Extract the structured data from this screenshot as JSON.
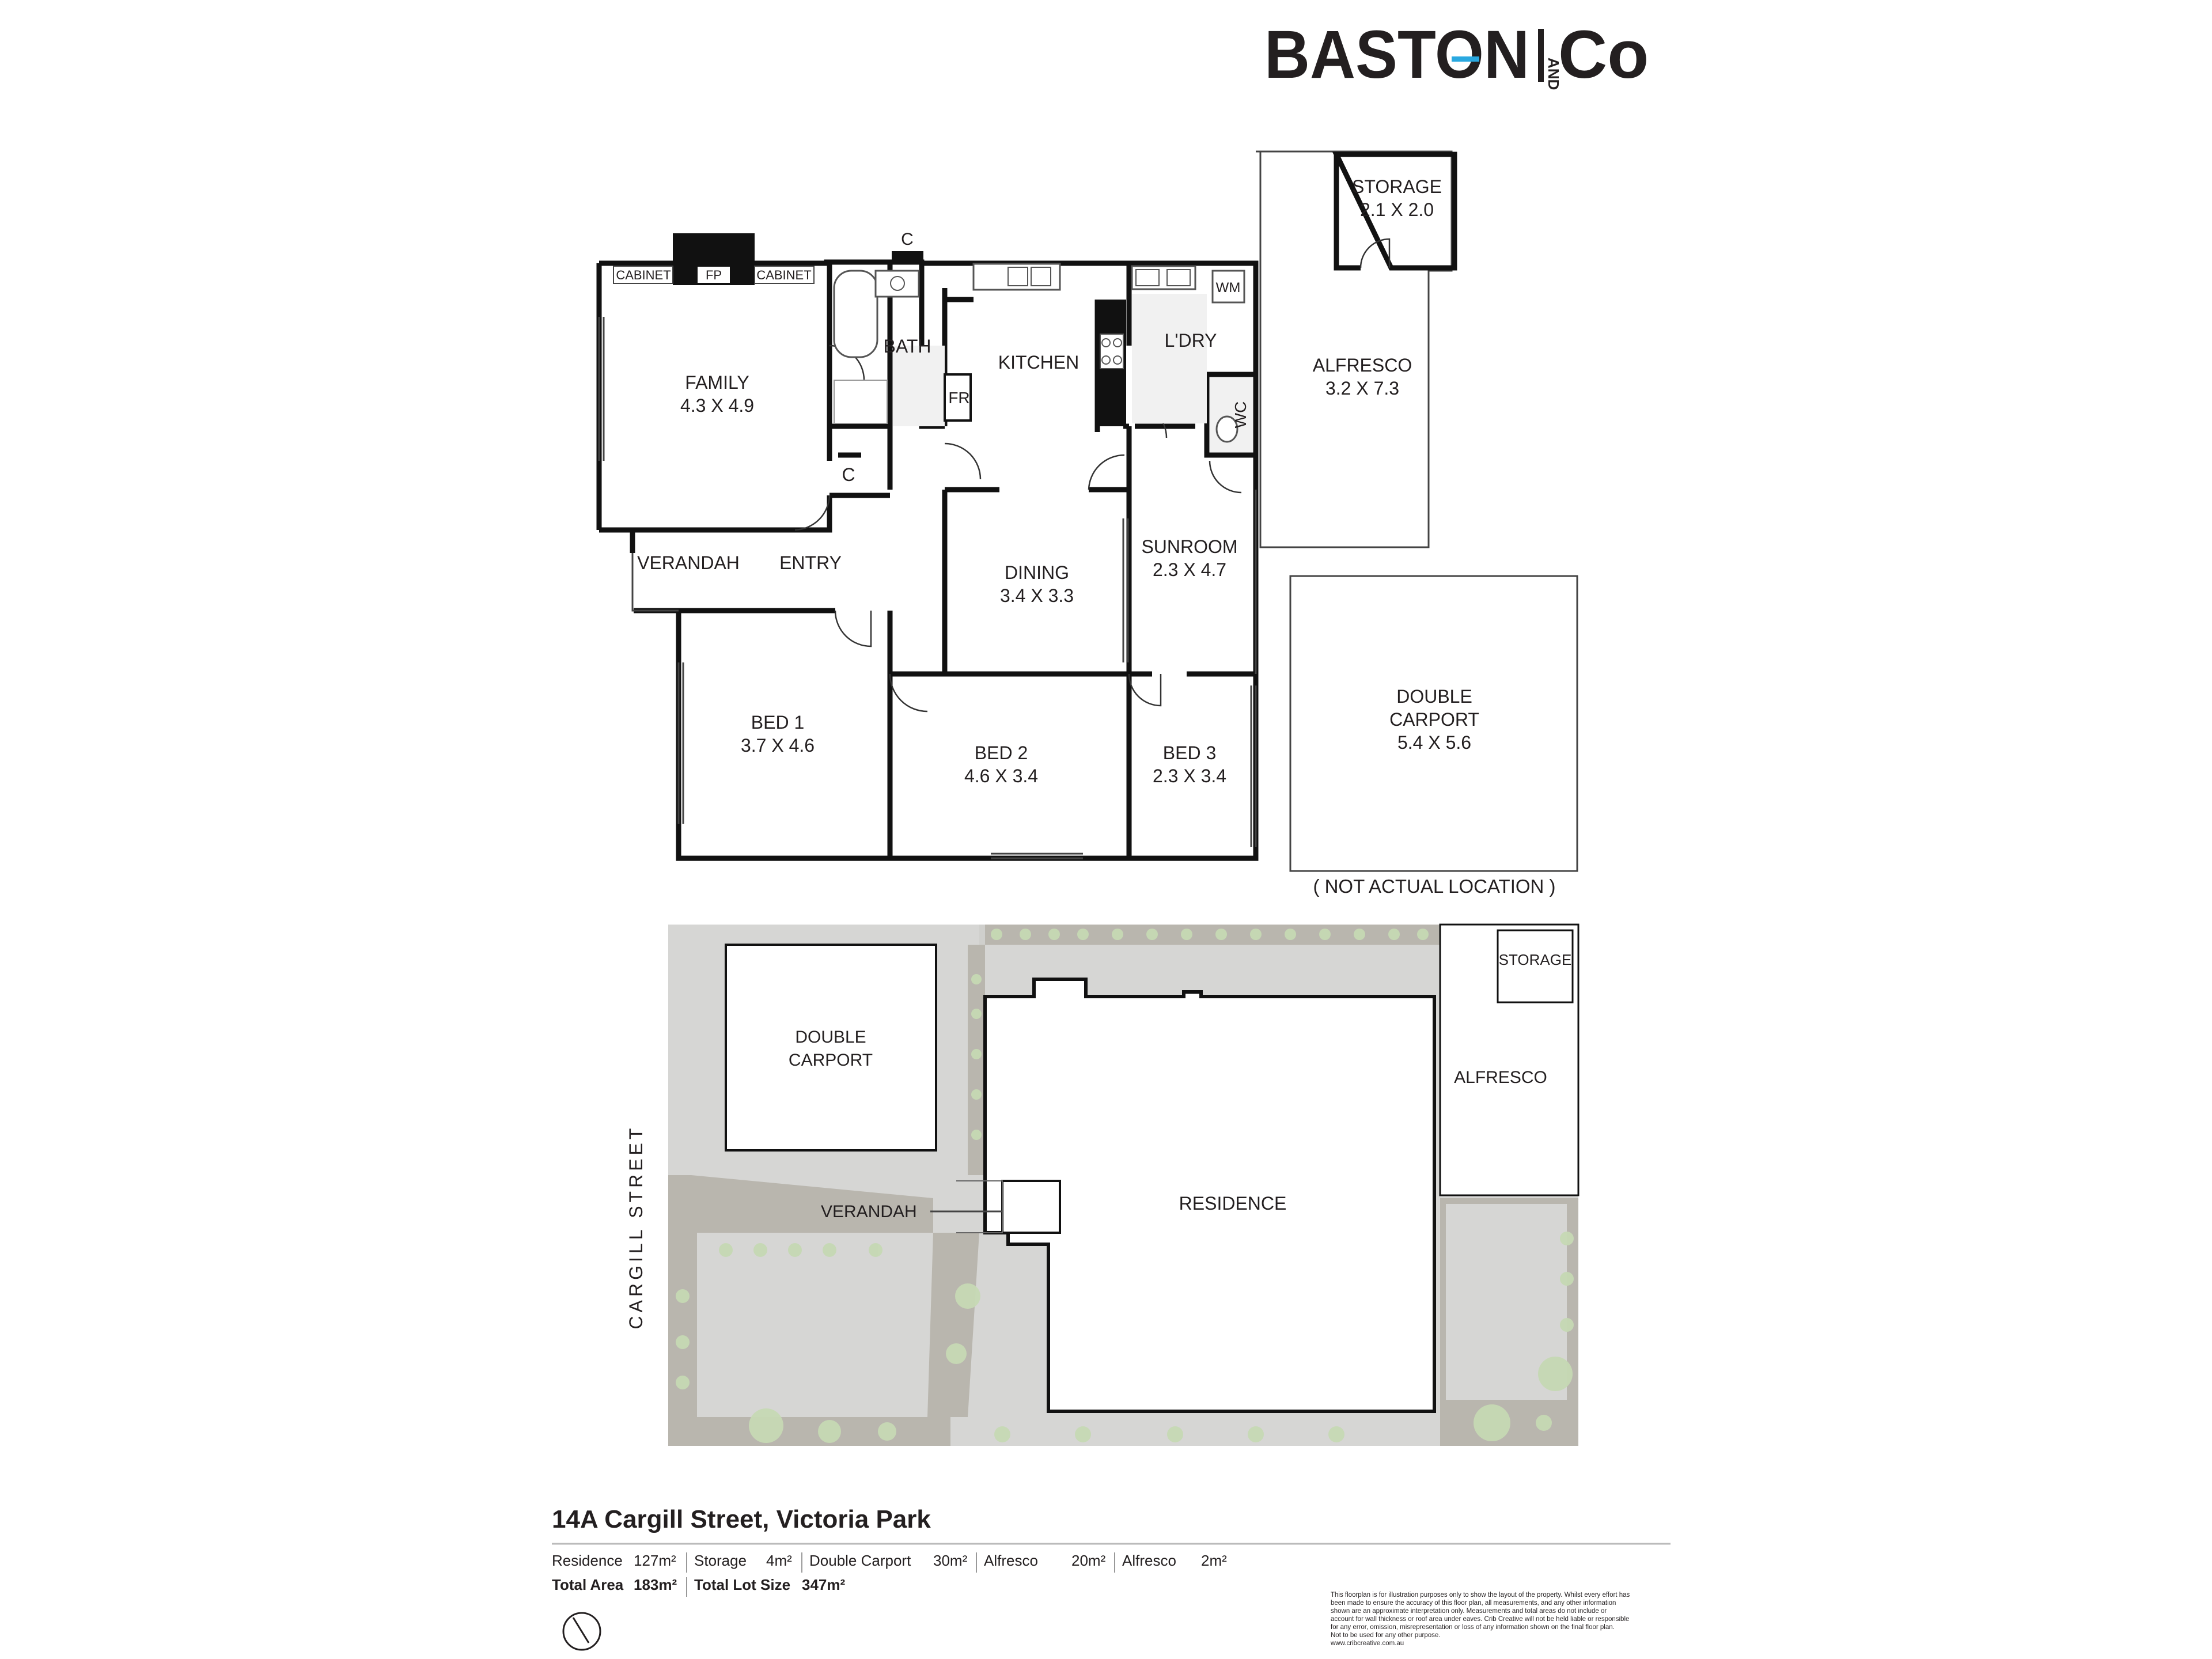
{
  "brand": {
    "name_part1": "BASTON",
    "name_and": "AND",
    "name_part2": "Co",
    "accent_color": "#29a8e0"
  },
  "floorplan": {
    "rooms": [
      {
        "id": "family",
        "name": "FAMILY",
        "dims": "4.3 X 4.9"
      },
      {
        "id": "bath",
        "name": "BATH",
        "dims": ""
      },
      {
        "id": "kitchen",
        "name": "KITCHEN",
        "dims": ""
      },
      {
        "id": "laundry",
        "name": "L'DRY",
        "dims": ""
      },
      {
        "id": "alfresco",
        "name": "ALFRESCO",
        "dims": "3.2 X 7.3"
      },
      {
        "id": "storage",
        "name": "STORAGE",
        "dims": "2.1 X 2.0"
      },
      {
        "id": "dining",
        "name": "DINING",
        "dims": "3.4 X 3.3"
      },
      {
        "id": "sunroom",
        "name": "SUNROOM",
        "dims": "2.3 X 4.7"
      },
      {
        "id": "entry",
        "name": "ENTRY",
        "dims": ""
      },
      {
        "id": "verandah",
        "name": "VERANDAH",
        "dims": ""
      },
      {
        "id": "bed1",
        "name": "BED 1",
        "dims": "3.7 X 4.6"
      },
      {
        "id": "bed2",
        "name": "BED 2",
        "dims": "4.6 X 3.4"
      },
      {
        "id": "bed3",
        "name": "BED 3",
        "dims": "2.3 X 3.4"
      },
      {
        "id": "carport",
        "name": "DOUBLE",
        "name2": "CARPORT",
        "dims": "5.4 X 5.6"
      }
    ],
    "fixtures": {
      "cabinet": "CABINET",
      "fireplace": "FP",
      "cupboard": "C",
      "fridge": "FR",
      "washer": "WM",
      "wc": "WC"
    },
    "carport_note": "( NOT ACTUAL LOCATION )"
  },
  "site_plan": {
    "street": "CARGILL STREET",
    "labels": {
      "carport1": "DOUBLE",
      "carport2": "CARPORT",
      "verandah": "VERANDAH",
      "residence": "RESIDENCE",
      "alfresco": "ALFRESCO",
      "storage": "STORAGE"
    }
  },
  "footer": {
    "address": "14A Cargill Street, Victoria Park",
    "areas": [
      {
        "label": "Residence",
        "value": "127m²"
      },
      {
        "label": "Storage",
        "value": "4m²"
      },
      {
        "label": "Double Carport",
        "value": "30m²"
      },
      {
        "label": "Alfresco",
        "value": "20m²"
      },
      {
        "label": "Alfresco",
        "value": "2m²"
      }
    ],
    "totals": [
      {
        "label": "Total Area",
        "value": "183m²"
      },
      {
        "label": "Total Lot Size",
        "value": "347m²"
      }
    ],
    "disclaimer": [
      "This floorplan is for illustration purposes only to show the layout of the property. Whilst every effort has",
      "been made to ensure the accuracy of this floor plan, all measurements, and any other information",
      "shown are an approximate interpretation only. Measurements and total areas do not include or",
      "account for wall thickness or roof area under eaves. Crib Creative will not be held liable or responsible",
      "for any error, omission, misrepresentation or loss of any information shown on the final floor plan.",
      "Not to be used for any other purpose.",
      "www.cribcreative.com.au"
    ]
  }
}
